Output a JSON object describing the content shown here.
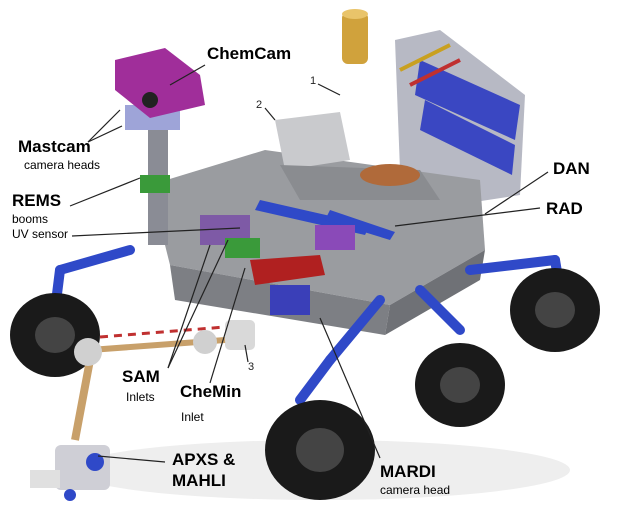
{
  "labels": {
    "chemcam": "ChemCam",
    "mastcam": "Mastcam",
    "mastcam_sub": "camera heads",
    "rems": "REMS",
    "rems_sub1": "booms",
    "rems_sub2": "UV sensor",
    "dan": "DAN",
    "rad": "RAD",
    "sam": "SAM",
    "sam_sub": "Inlets",
    "chemin": "CheMin",
    "chemin_sub": "Inlet",
    "apxs": "APXS &",
    "mahli": "MAHLI",
    "mardi": "MARDI",
    "mardi_sub": "camera head",
    "n1": "1",
    "n2": "2",
    "n3": "3"
  },
  "colors": {
    "deck": "#9a9ca0",
    "chemcam": "#a02e9a",
    "blue_frame": "#2f49c8",
    "wheel": "#1a1a1a",
    "copper": "#b06a3a",
    "instrument_green": "#3a9a3a"
  }
}
